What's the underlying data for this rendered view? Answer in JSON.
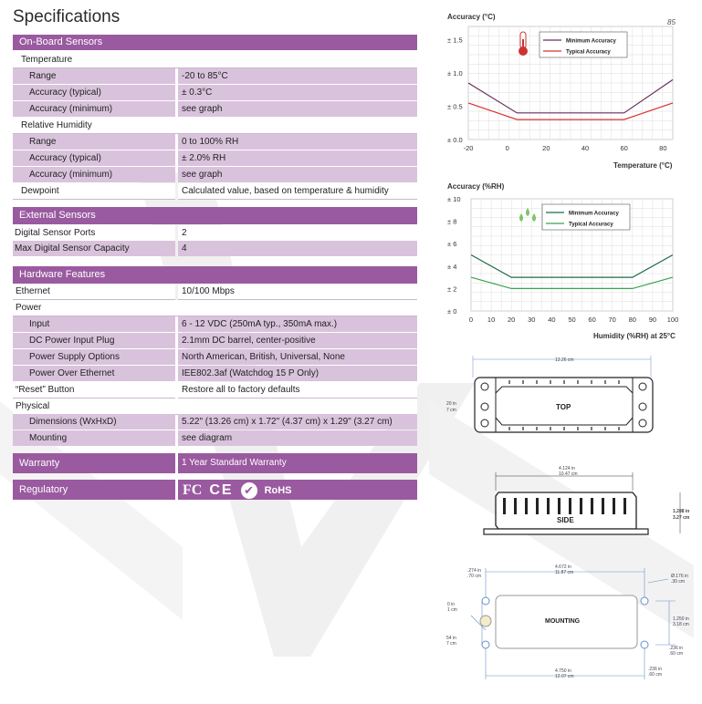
{
  "page": {
    "title": "Specifications"
  },
  "onboard": {
    "header": "On-Board Sensors",
    "temperature_label": "Temperature",
    "temp_rows": [
      {
        "label": "Range",
        "value": "-20 to 85°C"
      },
      {
        "label": "Accuracy (typical)",
        "value": "± 0.3°C"
      },
      {
        "label": "Accuracy (minimum)",
        "value": "see graph"
      }
    ],
    "humidity_label": "Relative Humidity",
    "hum_rows": [
      {
        "label": "Range",
        "value": "0 to 100% RH"
      },
      {
        "label": "Accuracy (typical)",
        "value": "± 2.0% RH"
      },
      {
        "label": "Accuracy (minimum)",
        "value": "see graph"
      }
    ],
    "dewpoint": {
      "label": "Dewpoint",
      "value": "Calculated value, based on temperature & humidity"
    }
  },
  "external": {
    "header": "External Sensors",
    "rows": [
      {
        "label": "Digital Sensor Ports",
        "value": "2"
      },
      {
        "label": "Max Digital Sensor Capacity",
        "value": "4"
      }
    ]
  },
  "hardware": {
    "header": "Hardware Features",
    "ethernet": {
      "label": "Ethernet",
      "value": "10/100 Mbps"
    },
    "power_label": "Power",
    "power_rows": [
      {
        "label": "Input",
        "value": "6 - 12 VDC (250mA typ., 350mA max.)"
      },
      {
        "label": "DC Power Input Plug",
        "value": "2.1mm DC barrel, center-positive"
      },
      {
        "label": "Power Supply Options",
        "value": "North American, British, Universal, None"
      },
      {
        "label": "Power Over Ethernet",
        "value": "IEE802.3af (Watchdog 15 P Only)"
      }
    ],
    "reset": {
      "label": "“Reset” Button",
      "value": "Restore all to factory defaults"
    },
    "physical_label": "Physical",
    "physical_rows": [
      {
        "label": "Dimensions (WxHxD)",
        "value": "5.22\" (13.26 cm) x 1.72\" (4.37 cm) x 1.29\" (3.27 cm)"
      },
      {
        "label": "Mounting",
        "value": "see diagram"
      }
    ]
  },
  "warranty": {
    "label": "Warranty",
    "value": "1 Year Standard Warranty"
  },
  "regulatory": {
    "label": "Regulatory",
    "logos": [
      "FC",
      "CE",
      "✔",
      "RoHS"
    ]
  },
  "page_number": "85",
  "chart_data": [
    {
      "type": "line",
      "title": "Accuracy (°C)",
      "xlabel": "Temperature (°C)",
      "ylabel": "Accuracy (°C)",
      "x_ticks": [
        "-20",
        "0",
        "20",
        "40",
        "60",
        "80"
      ],
      "y_ticks": [
        "± 0.0",
        "± 0.5",
        "± 1.0",
        "± 1.5"
      ],
      "xlim": [
        -20,
        85
      ],
      "ylim": [
        0,
        1.7
      ],
      "grid": true,
      "legend_position": "top-center",
      "series": [
        {
          "name": "Minimum Accuracy",
          "color": "#6b2d5c",
          "x": [
            -20,
            5,
            60,
            85
          ],
          "y": [
            0.85,
            0.4,
            0.4,
            0.9
          ]
        },
        {
          "name": "Typical Accuracy",
          "color": "#d93030",
          "x": [
            -20,
            5,
            60,
            85
          ],
          "y": [
            0.55,
            0.3,
            0.3,
            0.55
          ]
        }
      ]
    },
    {
      "type": "line",
      "title": "Accuracy (%RH)",
      "xlabel": "Humidity (%RH) at 25°C",
      "ylabel": "Accuracy (%RH)",
      "x_ticks": [
        "0",
        "10",
        "20",
        "30",
        "40",
        "50",
        "60",
        "70",
        "80",
        "90",
        "100"
      ],
      "y_ticks": [
        "± 0",
        "± 2",
        "± 4",
        "± 6",
        "± 8",
        "± 10"
      ],
      "xlim": [
        0,
        100
      ],
      "ylim": [
        0,
        10
      ],
      "grid": true,
      "legend_position": "top-center",
      "series": [
        {
          "name": "Minimum Accuracy",
          "color": "#1e6b45",
          "x": [
            0,
            20,
            80,
            100
          ],
          "y": [
            5,
            3,
            3,
            5
          ]
        },
        {
          "name": "Typical Accuracy",
          "color": "#3aa24e",
          "x": [
            0,
            20,
            80,
            100
          ],
          "y": [
            3,
            2,
            2,
            3
          ]
        }
      ]
    }
  ],
  "diagrams": {
    "top": {
      "label": "TOP",
      "dim_top": "13.26 cm",
      "dim_left_1": "20 in",
      "dim_left_2": "7 cm"
    },
    "side": {
      "label": "SIDE",
      "dim_top_1": "4.124 in",
      "dim_top_2": "10.47 cm",
      "dim_right_1": "1.288 in",
      "dim_right_2": "3.27 cm"
    },
    "mounting": {
      "label": "MOUNTING",
      "top_1": "4.672 in",
      "top_2": "11.87 cm",
      "tl_1": ".274 in",
      "tl_2": ".70 cm",
      "tr_1": "Ø.176 in",
      "tr_2": ".30 cm",
      "left_a": "0 in",
      "left_b": "1 cm",
      "left_c": "54 in",
      "left_d": "7 cm",
      "right_1": "1.250 in",
      "right_2": "3.18 cm",
      "br_1": ".236 in",
      "br_2": ".60 cm",
      "br_3": ".236 in",
      "br_4": ".60 cm",
      "bottom_1": "4.750 in",
      "bottom_2": "12.07 cm"
    }
  }
}
